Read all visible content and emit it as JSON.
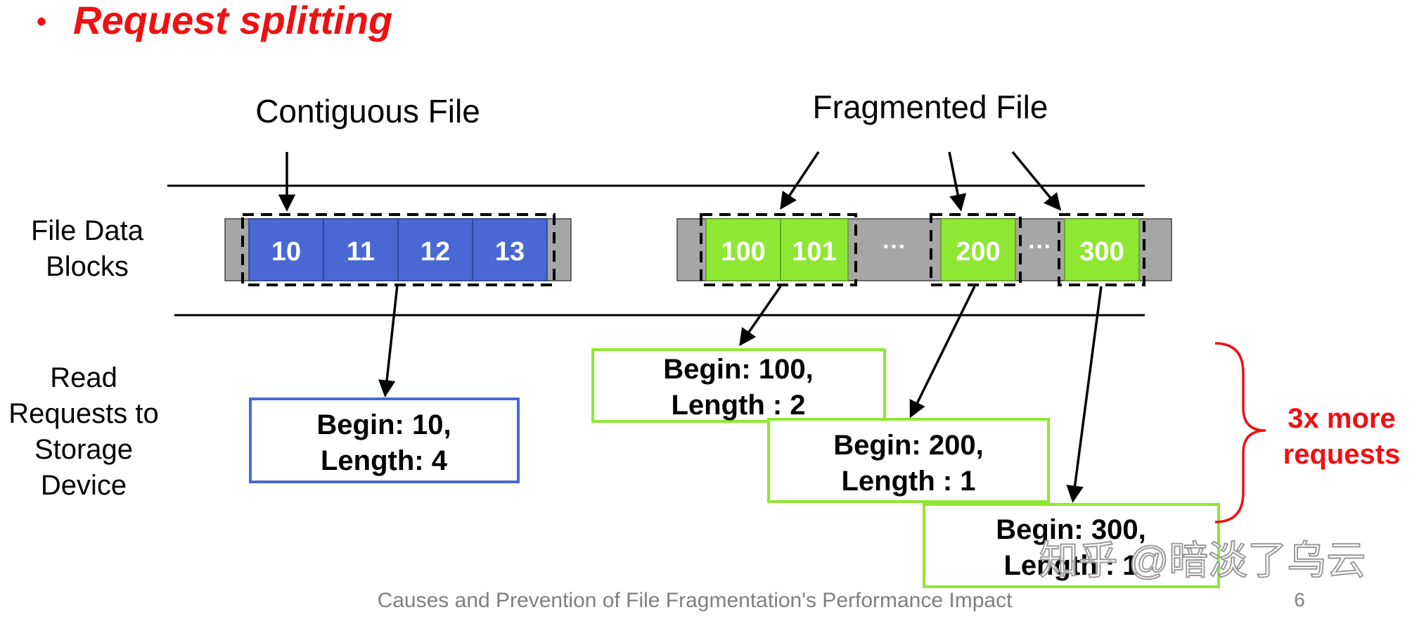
{
  "slide": {
    "bullet": "•",
    "title": "Request splitting",
    "footer": "Causes and Prevention of File Fragmentation's Performance Impact",
    "page_number": "6",
    "watermark": "知乎 @暗淡了乌云"
  },
  "colors": {
    "title_red": "#ee1111",
    "contiguous_block": "#4a68d4",
    "fragmented_block": "#8ee833",
    "gray_block": "#a6a6a6",
    "text": "#000000",
    "footer_gray": "#7f7f7f"
  },
  "headers": {
    "contiguous": "Contiguous File",
    "fragmented": "Fragmented File"
  },
  "row_labels": {
    "blocks": [
      "File Data",
      "Blocks"
    ],
    "requests": [
      "Read",
      "Requests to",
      "Storage",
      "Device"
    ]
  },
  "contiguous_blocks": [
    "10",
    "11",
    "12",
    "13"
  ],
  "fragmented_blocks": {
    "group1": [
      "100",
      "101"
    ],
    "gap1": "···",
    "group2": [
      "200"
    ],
    "gap2": "···",
    "group3": [
      "300"
    ]
  },
  "requests": {
    "contiguous": [
      "Begin: 10,",
      "Length: 4"
    ],
    "frag1": [
      "Begin: 100,",
      "Length : 2"
    ],
    "frag2": [
      "Begin: 200,",
      "Length : 1"
    ],
    "frag3": [
      "Begin: 300,",
      "Length : 1"
    ]
  },
  "annotation": [
    "3x more",
    "requests"
  ]
}
